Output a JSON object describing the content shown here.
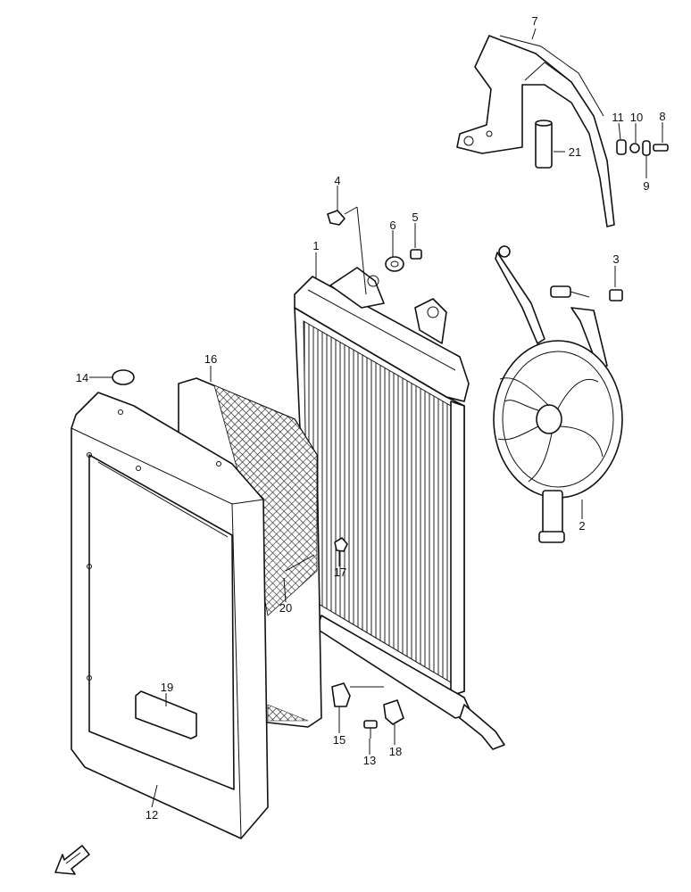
{
  "callouts": {
    "c1": "1",
    "c2": "2",
    "c3": "3",
    "c4": "4",
    "c5": "5",
    "c6": "6",
    "c7": "7",
    "c8": "8",
    "c9": "9",
    "c10": "10",
    "c11": "11",
    "c12": "12",
    "c13": "13",
    "c14": "14",
    "c15": "15",
    "c16": "16",
    "c17": "17",
    "c18": "18",
    "c19": "19",
    "c20": "20",
    "c21": "21"
  },
  "icons": {
    "front_arrow": "front-direction-arrow-icon"
  }
}
